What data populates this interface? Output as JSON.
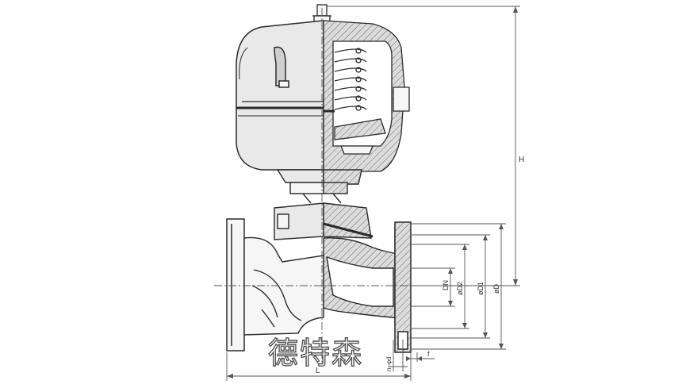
{
  "drawing": {
    "dimension_labels": {
      "H": "H",
      "DN": "DN",
      "D2": "øD2",
      "D1": "øD1",
      "D": "øD",
      "nd": "n–φd",
      "f": "f",
      "L": "L"
    },
    "watermark": "德特森"
  },
  "colors": {
    "line": "#2a2a2a",
    "body_fill": "#f6f6f6",
    "actuator_fill": "#e9e9e9",
    "section_fill": "#dcdcdc",
    "hatch": "#6a6a6a",
    "dimension": "#555555"
  }
}
